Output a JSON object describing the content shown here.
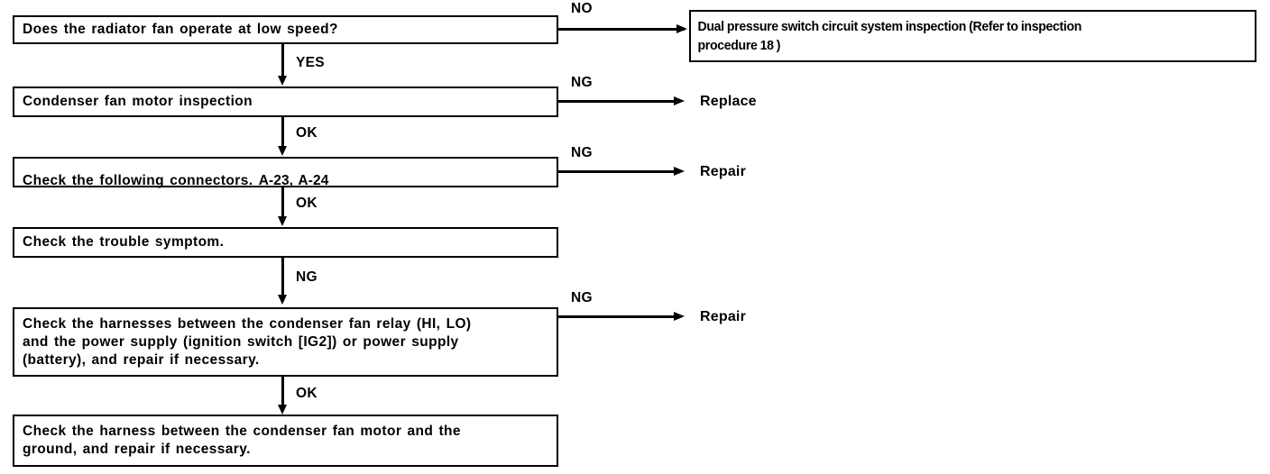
{
  "diagram": {
    "title": "Condenser fan low-speed troubleshooting flowchart",
    "colors": {
      "ink": "#000000",
      "paper": "#ffffff"
    },
    "steps": [
      {
        "id": "step-1",
        "text": "Does the radiator fan operate at low speed?"
      },
      {
        "id": "step-2",
        "text": "Condenser fan motor inspection"
      },
      {
        "id": "step-3",
        "text_bold": "Check the following connectors.",
        "text_plain": "A-23, A-24"
      },
      {
        "id": "step-4",
        "text": "Check the trouble symptom."
      },
      {
        "id": "step-5",
        "text": "Check the harnesses between the condenser fan relay (HI, LO)\nand the power supply (ignition switch [IG2]) or power supply\n(battery), and repair if necessary."
      },
      {
        "id": "step-6",
        "text": "Check the harness between the condenser fan motor and the\nground, and repair if necessary."
      }
    ],
    "branch_targets": [
      {
        "id": "target-1",
        "text": "Dual pressure switch circuit system inspection (Refer to inspection\nprocedure 18 )"
      },
      {
        "id": "target-2",
        "text": "Replace"
      },
      {
        "id": "target-3",
        "text": "Repair"
      },
      {
        "id": "target-4",
        "text": "Repair"
      }
    ],
    "edge_labels": {
      "branch_1": "NO",
      "down_1": "YES",
      "branch_2": "NG",
      "down_2": "OK",
      "branch_3": "NG",
      "down_3": "OK",
      "down_4": "NG",
      "branch_5": "NG",
      "down_5": "OK"
    }
  }
}
